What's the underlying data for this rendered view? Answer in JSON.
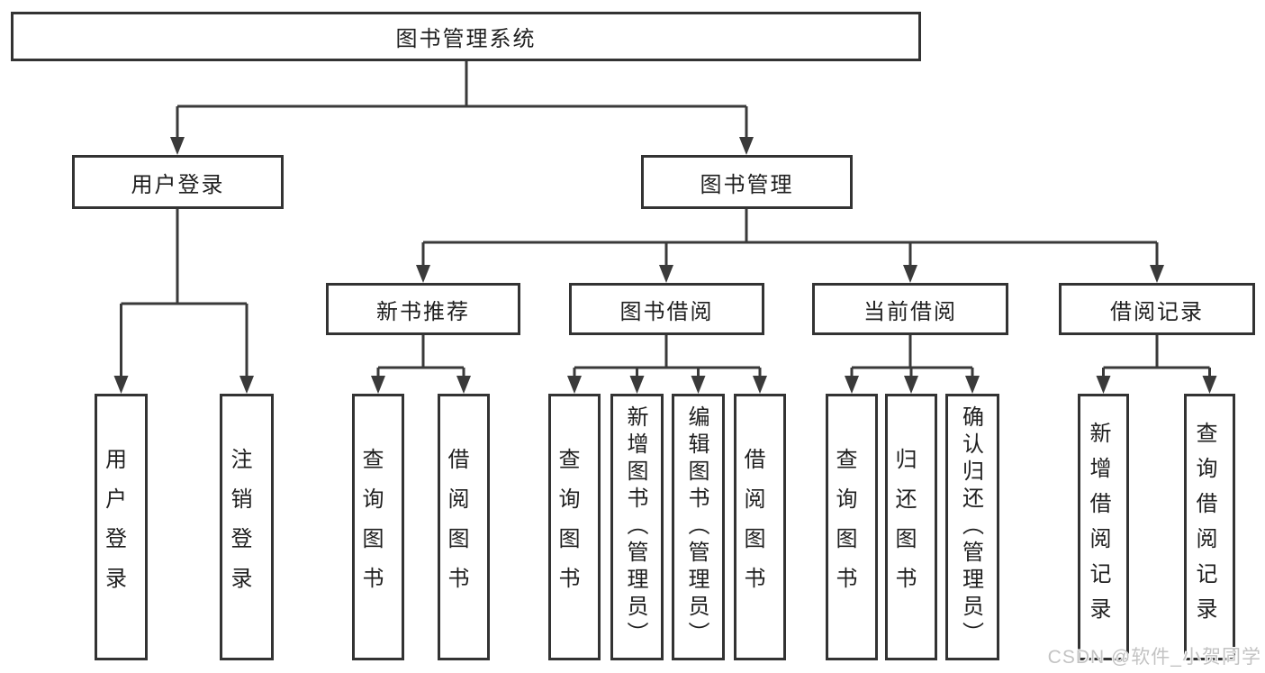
{
  "tree": {
    "label": "图书管理系统",
    "children": [
      {
        "label": "用户登录",
        "children": [
          {
            "label": "用户登录"
          },
          {
            "label": "注销登录"
          }
        ]
      },
      {
        "label": "图书管理",
        "children": [
          {
            "label": "新书推荐",
            "children": [
              {
                "label": "查询图书"
              },
              {
                "label": "借阅图书"
              }
            ]
          },
          {
            "label": "图书借阅",
            "children": [
              {
                "label": "查询图书"
              },
              {
                "label": "新增图书（管理员）"
              },
              {
                "label": "编辑图书（管理员）"
              },
              {
                "label": "借阅图书"
              }
            ]
          },
          {
            "label": "当前借阅",
            "children": [
              {
                "label": "查询图书"
              },
              {
                "label": "归还图书"
              },
              {
                "label": "确认归还（管理员）"
              }
            ]
          },
          {
            "label": "借阅记录",
            "children": [
              {
                "label": "新增借阅记录"
              },
              {
                "label": "查询借阅记录"
              }
            ]
          }
        ]
      }
    ]
  },
  "watermark": {
    "text": "CSDN @软件_小贺同学"
  },
  "colors": {
    "line": "#3a3a3a",
    "border": "#333333",
    "background": "#ffffff",
    "text": "#1f1f1f",
    "watermark": "#c3c3c3"
  }
}
